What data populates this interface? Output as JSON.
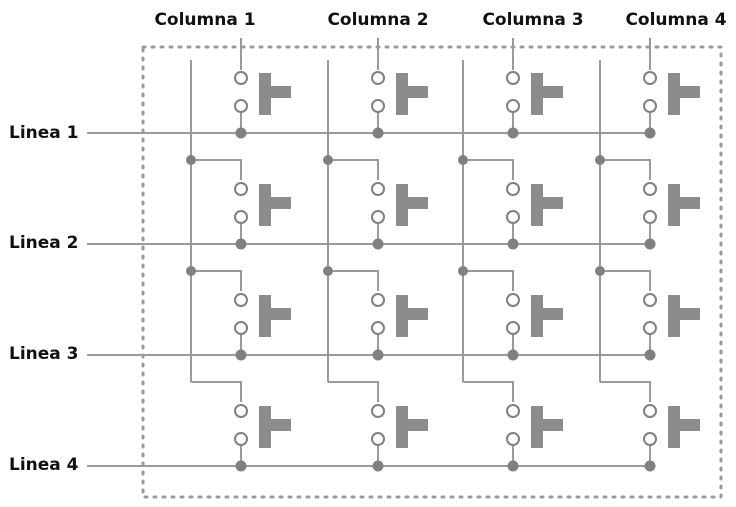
{
  "columns": [
    "Columna 1",
    "Columna 2",
    "Columna 3",
    "Columna 4"
  ],
  "rows": [
    "Linea 1",
    "Linea 2",
    "Linea 3",
    "Linea 4"
  ],
  "colors": {
    "wire": "#9a9a9a",
    "node": "#808080",
    "text": "#111111"
  },
  "icons": {
    "switch": "push-button-switch-icon"
  }
}
